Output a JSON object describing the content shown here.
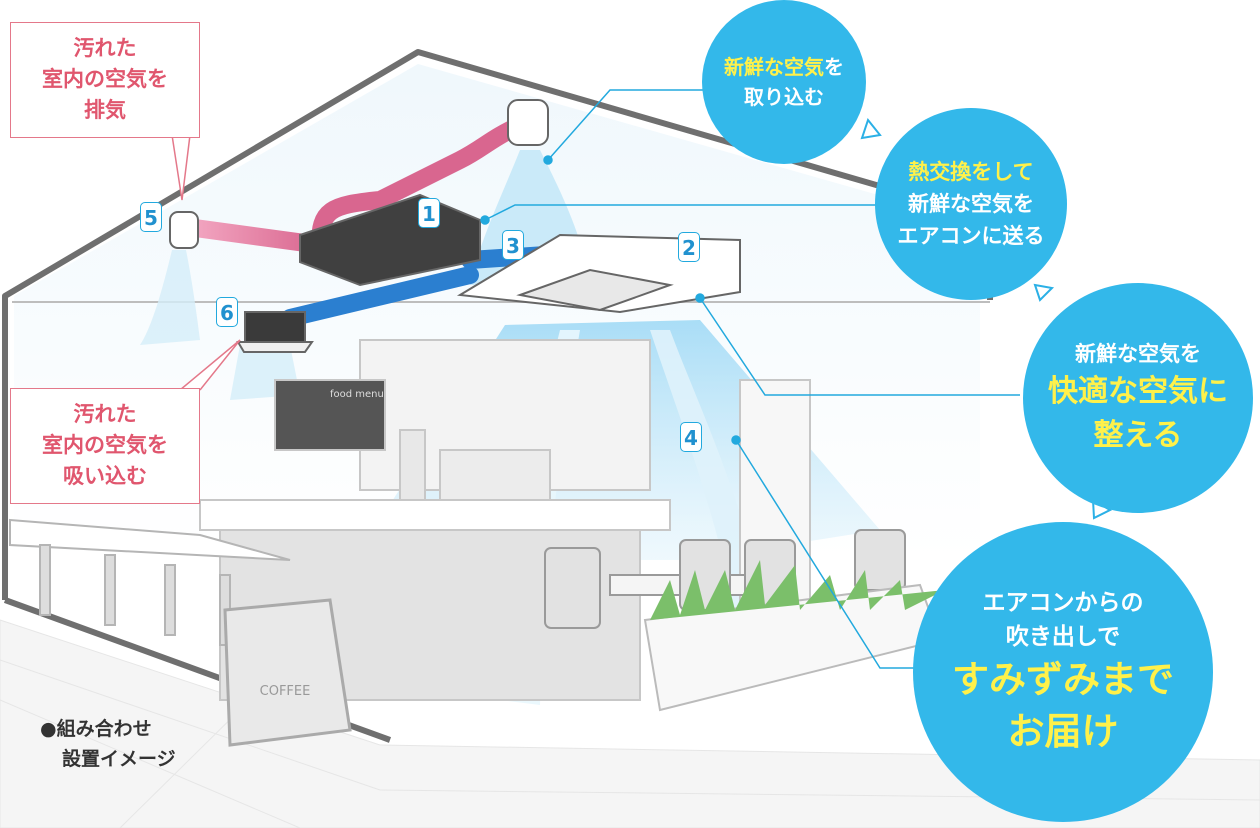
{
  "callouts": {
    "exhaust": [
      "汚れた",
      "室内の空気を",
      "排気"
    ],
    "intake": [
      "汚れた",
      "室内の空気を",
      "吸い込む"
    ]
  },
  "bubbles": {
    "b1": {
      "hl": "新鮮な空気",
      "rest": "を",
      "line2": "取り込む"
    },
    "b2": {
      "hl": "熱交換をして",
      "line2": "新鮮な空気を",
      "line3": "エアコンに送る"
    },
    "b3": {
      "line1": "新鮮な空気を",
      "hl1": "快適な空気に",
      "hl2": "整える"
    },
    "b4": {
      "line1": "エアコンからの",
      "line2": "吹き出しで",
      "hl1": "すみずみまで",
      "hl2": "お届け"
    }
  },
  "numbers": [
    "1",
    "2",
    "3",
    "4",
    "5",
    "6"
  ],
  "legend": {
    "line1": "●組み合わせ",
    "line2": "設置イメージ"
  },
  "sign": {
    "title": "COFFEE",
    "menu": "food menu"
  },
  "colors": {
    "accent_blue": "#33b8ea",
    "highlight_yellow": "#fff14a",
    "callout_red": "#e0566e",
    "duct_pink": "#e27ea2",
    "duct_blue": "#2b7fd0"
  }
}
